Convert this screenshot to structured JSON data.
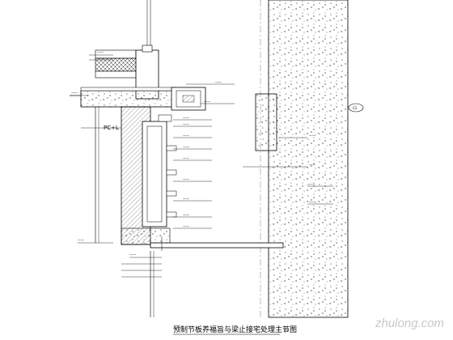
{
  "drawing": {
    "title": "预制节板养福旨与梁止接宅处理主节图",
    "title_scale": "1:5",
    "left_mark": "PC+L",
    "right_tag": "C2",
    "watermark": "zhulong.com",
    "annotations_left": [
      "——",
      "——",
      "——",
      "——"
    ],
    "annotations_mid": [
      "——",
      "——",
      "——",
      "——",
      "——",
      "——",
      "——",
      "——",
      "——",
      "——",
      "——",
      "——"
    ],
    "annotations_right": [
      "——",
      "——",
      "——",
      "——"
    ]
  }
}
